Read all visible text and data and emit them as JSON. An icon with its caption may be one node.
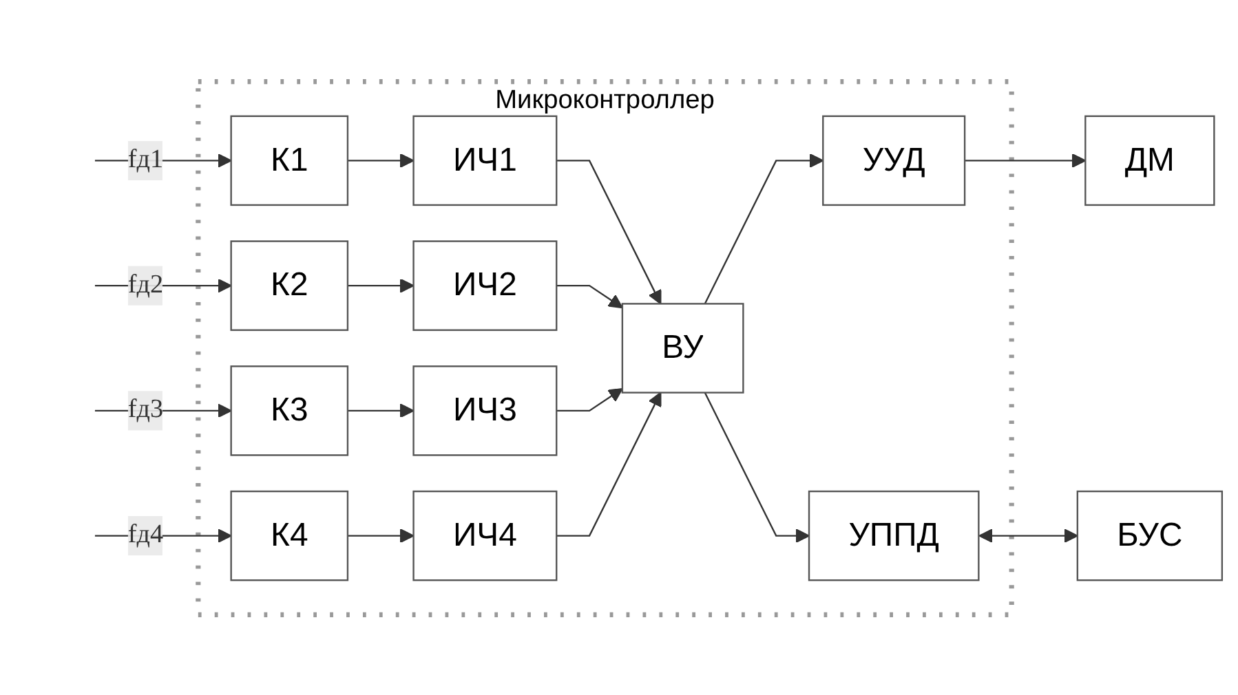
{
  "diagram": {
    "nodes": [
      {
        "text": [
          "Микроконтроллер"
        ]
      },
      {
        "text": [
          "К1"
        ],
        "in": 0
      },
      {
        "text": [
          "ИЧ1"
        ],
        "in": 0
      },
      {
        "text": [
          "К2"
        ],
        "in": 0
      },
      {
        "text": [
          "ИЧ2"
        ],
        "in": 0
      },
      {
        "text": [
          "К3"
        ],
        "in": 0
      },
      {
        "text": [
          "ИЧ3"
        ],
        "in": 0
      },
      {
        "text": [
          "К4"
        ],
        "in": 0
      },
      {
        "text": [
          "ИЧ4"
        ],
        "in": 0
      },
      {
        "text": [
          "ВУ"
        ],
        "in": 0
      },
      {
        "text": [
          "УУД"
        ],
        "in": 0
      },
      {
        "text": [
          "УППД"
        ],
        "in": 0
      },
      {
        "text": [
          "ДМ"
        ]
      },
      {
        "text": [
          "БУС"
        ]
      }
    ],
    "edges": [
      {
        "from": null,
        "to": 1,
        "arrow": "to",
        "label": "fд1"
      },
      {
        "from": null,
        "to": 3,
        "arrow": "to",
        "label": "fд2"
      },
      {
        "from": null,
        "to": 5,
        "arrow": "to",
        "label": "fд3"
      },
      {
        "from": null,
        "to": 7,
        "arrow": "to",
        "label": "fд4"
      },
      {
        "from": 1,
        "to": 2,
        "arrow": "to"
      },
      {
        "from": 3,
        "to": 4,
        "arrow": "to"
      },
      {
        "from": 5,
        "to": 6,
        "arrow": "to"
      },
      {
        "from": 7,
        "to": 8,
        "arrow": "to"
      },
      {
        "from": 2,
        "to": 9,
        "arrow": "to"
      },
      {
        "from": 4,
        "to": 9,
        "arrow": "to"
      },
      {
        "from": 6,
        "to": 9,
        "arrow": "to"
      },
      {
        "from": 8,
        "to": 9,
        "arrow": "to"
      },
      {
        "from": 9,
        "to": 10,
        "arrow": "to"
      },
      {
        "from": 9,
        "to": 11,
        "arrow": "to"
      },
      {
        "from": 10,
        "to": 12,
        "arrow": "to"
      },
      {
        "from": 11,
        "to": 13,
        "arrow": "both"
      }
    ]
  }
}
